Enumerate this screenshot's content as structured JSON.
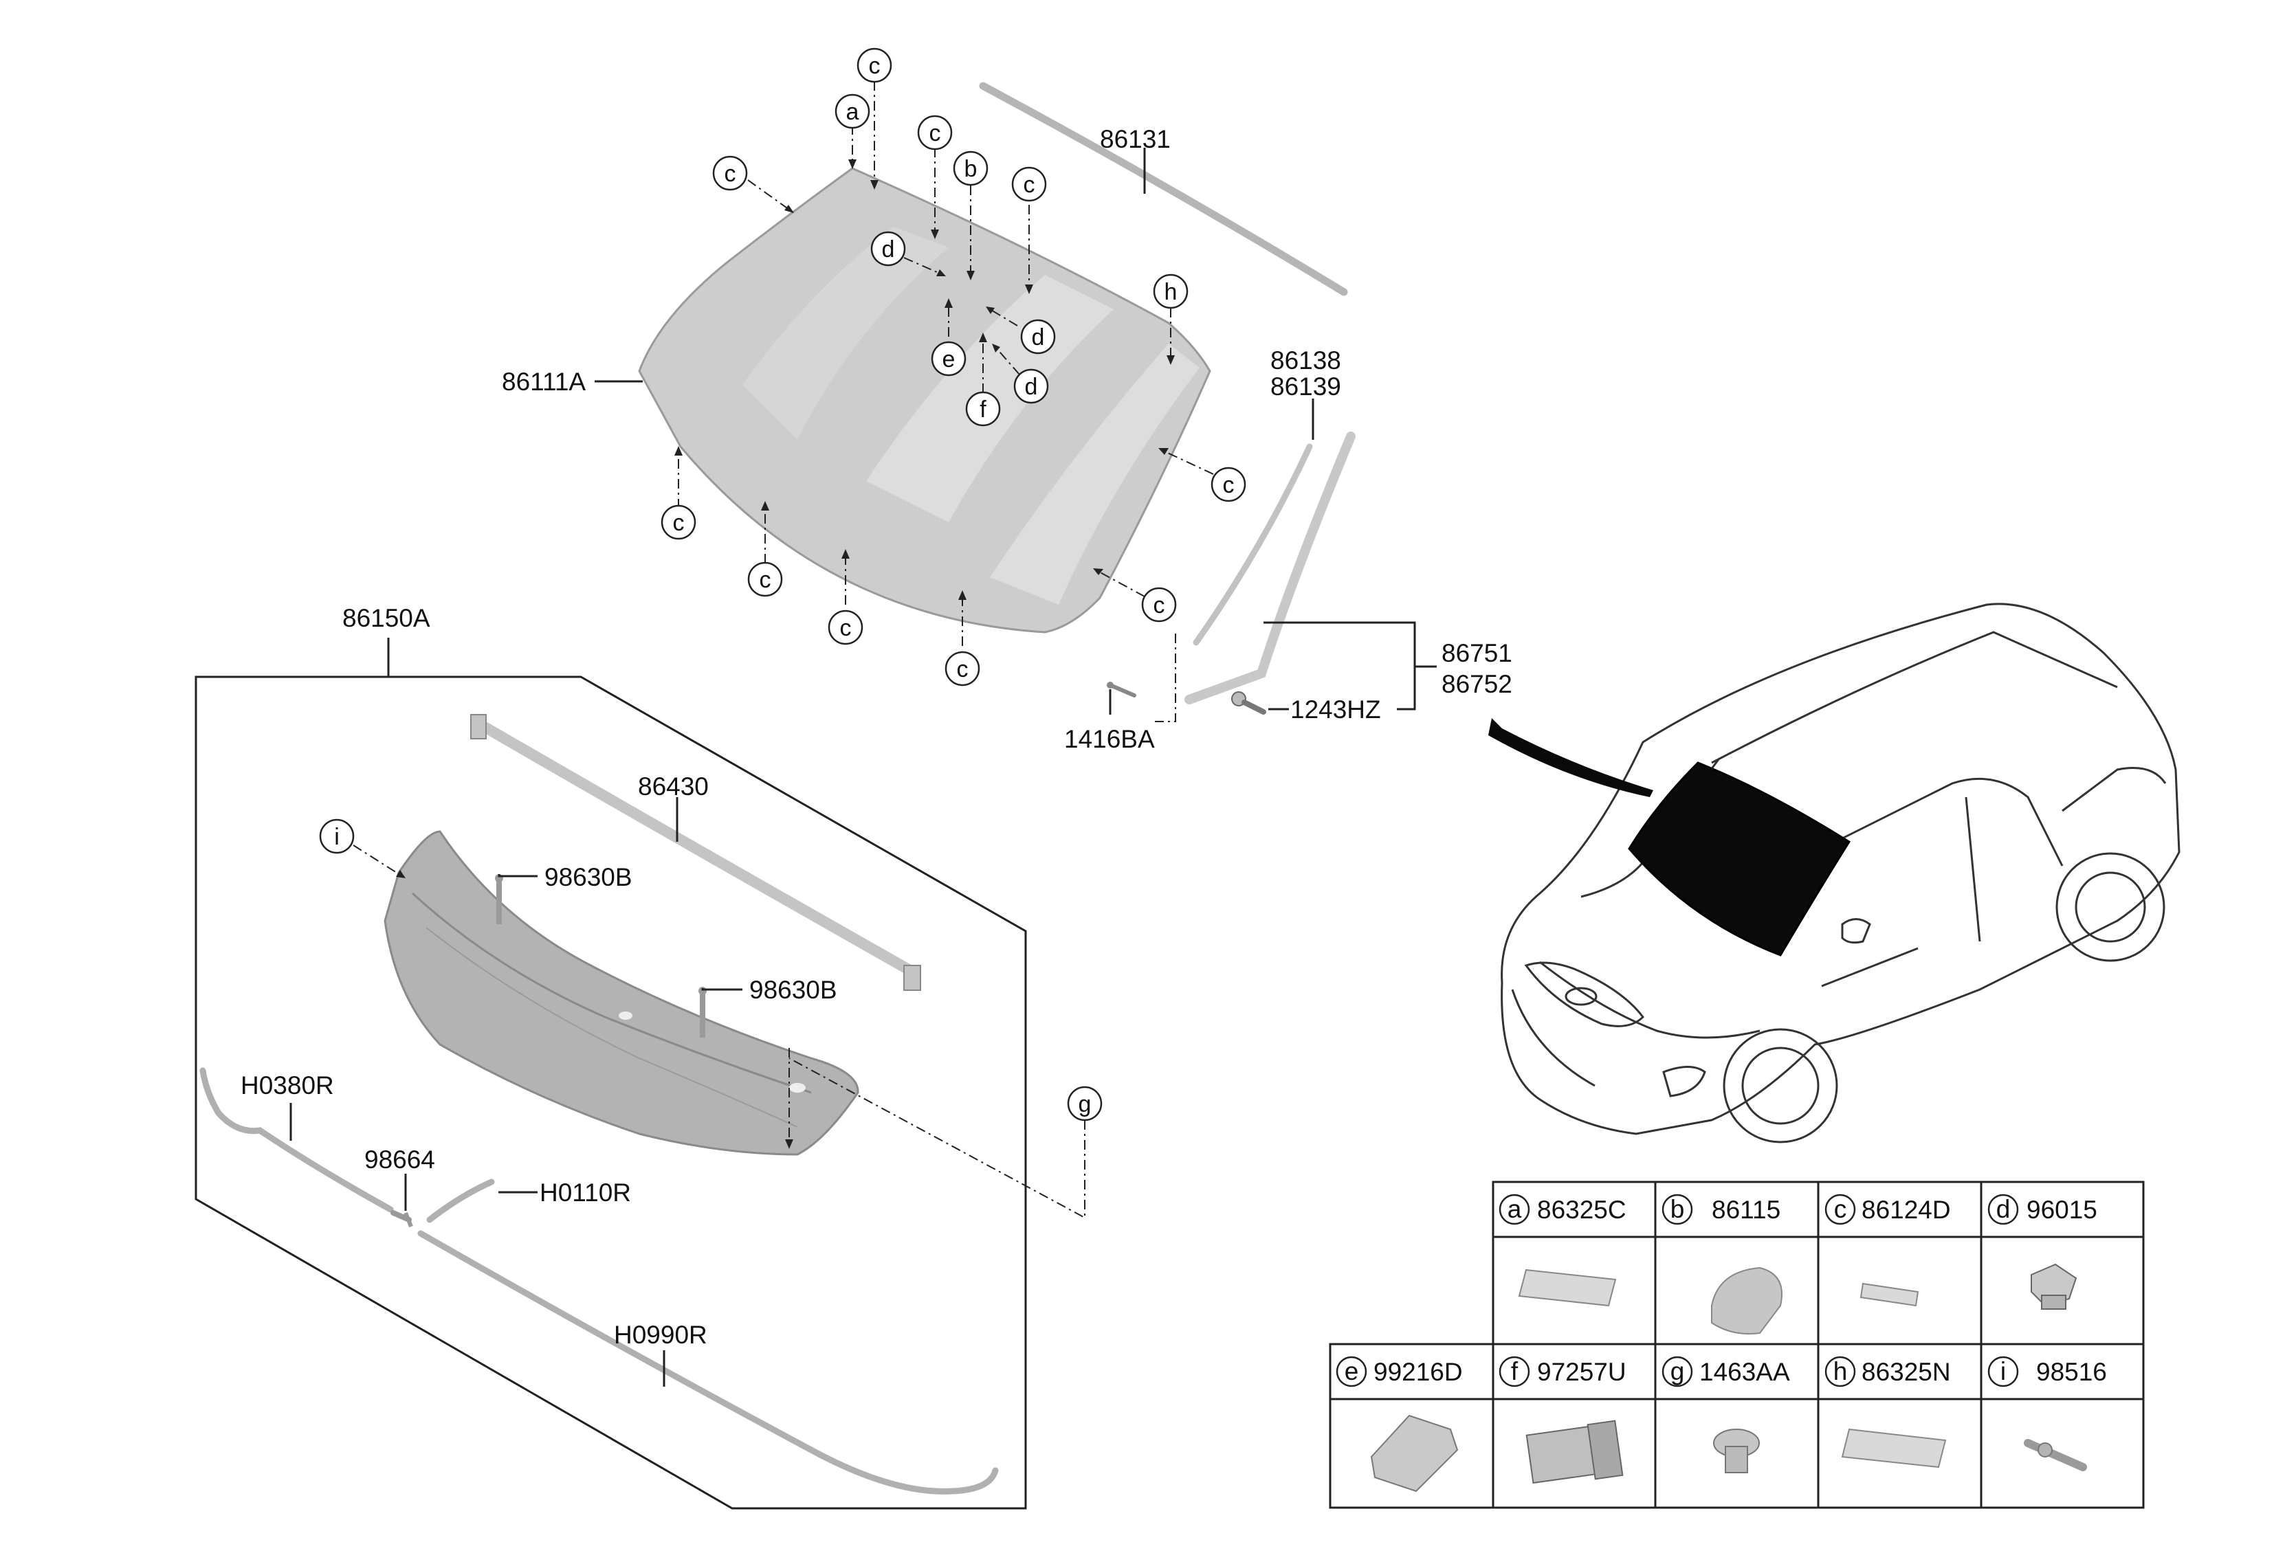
{
  "labels": {
    "windshield_glass": "86111A",
    "windshield_upper_strip": "86131",
    "molding_a": "86138",
    "molding_b": "86139",
    "cowl_panel_assy": "86150A",
    "cowl_seal": "86430",
    "cowl_nozzle_top": "98630B",
    "cowl_nozzle_mid": "98630B",
    "hose_left": "H0380R",
    "connector": "98664",
    "hose_mid": "H0110R",
    "hose_long": "H0990R",
    "side_molding_a": "86751",
    "side_molding_b": "86752",
    "screw": "1243HZ",
    "clip": "1416BA"
  },
  "callouts": {
    "glass_upper": [
      "c",
      "a",
      "c",
      "b",
      "c",
      "c",
      "d",
      "d",
      "e",
      "d",
      "f",
      "h"
    ],
    "glass_lower": [
      "c",
      "c",
      "c",
      "c",
      "c",
      "c"
    ],
    "cowl_i": "i",
    "cowl_g": "g"
  },
  "legend": {
    "row1": [
      {
        "letter": "a",
        "part": "86325C"
      },
      {
        "letter": "b",
        "part": "86115"
      },
      {
        "letter": "c",
        "part": "86124D"
      },
      {
        "letter": "d",
        "part": "96015"
      }
    ],
    "row2": [
      {
        "letter": "e",
        "part": "99216D"
      },
      {
        "letter": "f",
        "part": "97257U"
      },
      {
        "letter": "g",
        "part": "1463AA"
      },
      {
        "letter": "h",
        "part": "86325N"
      },
      {
        "letter": "i",
        "part": "98516"
      }
    ]
  },
  "colors": {
    "line": "#222222",
    "glass_fill": "#cfcfcf",
    "glass_light": "#e2e2e2",
    "part_fill": "#bdbdbd",
    "car_glass": "#0a0a0a"
  }
}
